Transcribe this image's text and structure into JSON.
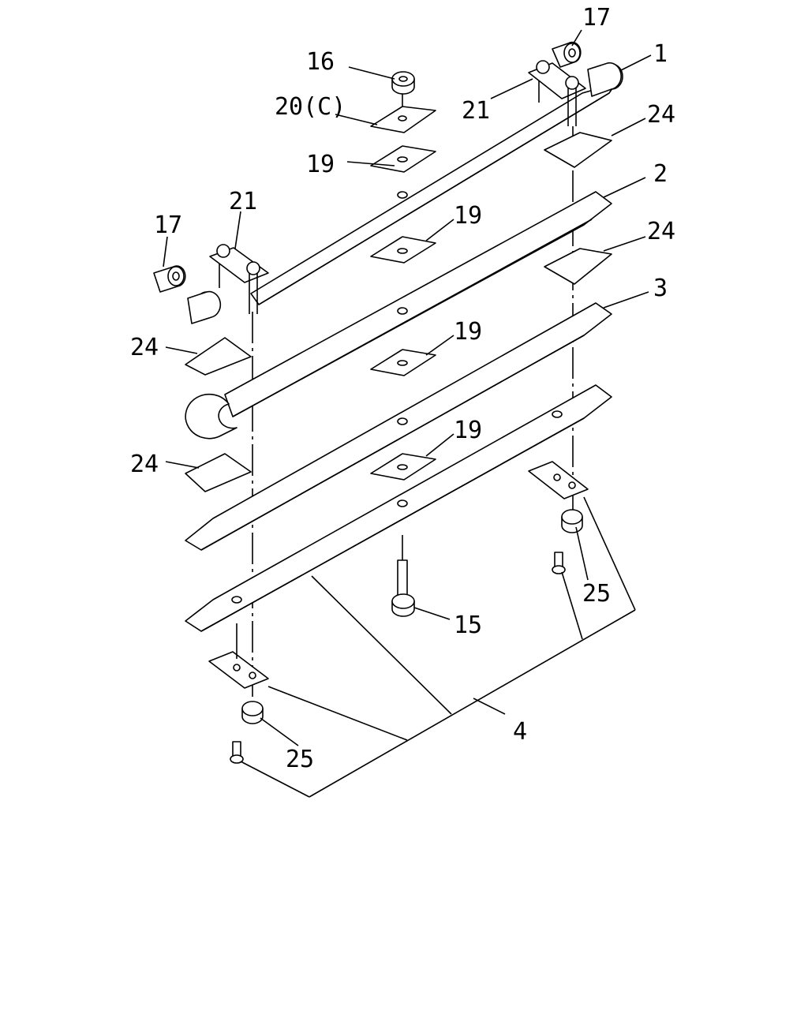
{
  "callouts": [
    {
      "id": "c17a",
      "text": "17"
    },
    {
      "id": "c1",
      "text": "1"
    },
    {
      "id": "c16",
      "text": "16"
    },
    {
      "id": "c20",
      "text": "20(C)"
    },
    {
      "id": "c21a",
      "text": "21"
    },
    {
      "id": "c24a",
      "text": "24"
    },
    {
      "id": "c19a",
      "text": "19"
    },
    {
      "id": "c2",
      "text": "2"
    },
    {
      "id": "c21b",
      "text": "21"
    },
    {
      "id": "c19b",
      "text": "19"
    },
    {
      "id": "c17b",
      "text": "17"
    },
    {
      "id": "c24b",
      "text": "24"
    },
    {
      "id": "c3",
      "text": "3"
    },
    {
      "id": "c24c",
      "text": "24"
    },
    {
      "id": "c19c",
      "text": "19"
    },
    {
      "id": "c24d",
      "text": "24"
    },
    {
      "id": "c19d",
      "text": "19"
    },
    {
      "id": "c25a",
      "text": "25"
    },
    {
      "id": "c15",
      "text": "15"
    },
    {
      "id": "c4",
      "text": "4"
    },
    {
      "id": "c25b",
      "text": "25"
    }
  ]
}
